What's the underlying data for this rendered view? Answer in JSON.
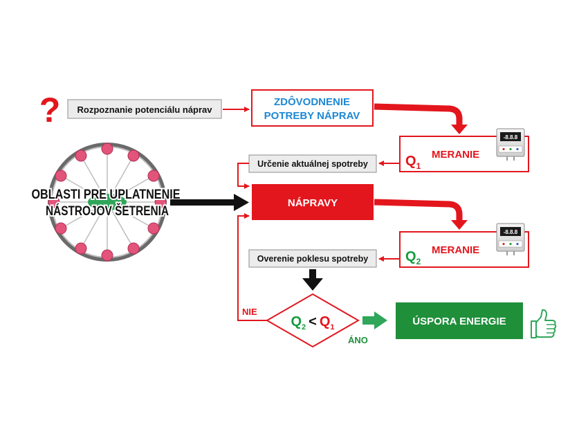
{
  "question_mark": "?",
  "labels": {
    "rozpoznanie": "Rozpoznanie potenciálu náprav",
    "zdovodnenie_line1": "ZDÔVODNENIE",
    "zdovodnenie_line2": "POTREBY NÁPRAV",
    "meranie_1": "MERANIE",
    "meranie_2": "MERANIE",
    "q1": "Q",
    "q1_sub": "1",
    "q2": "Q",
    "q2_sub": "2",
    "urcenie": "Určenie aktuálnej spotreby",
    "oblasti_line1": "OBLASTI PRE UPLATNENIE",
    "oblasti_line2": "NÁSTROJOV ŠETRENIA",
    "napravy": "NÁPRAVY",
    "overenie": "Overenie poklesu spotreby",
    "nie": "NIE",
    "ano": "ÁNO",
    "uspora": "ÚSPORA ENERGIE",
    "decision_q2": "Q",
    "decision_q2_sub": "2",
    "decision_lt": "<",
    "decision_q1": "Q",
    "decision_q1_sub": "1"
  },
  "meter_display": "-8.8.8",
  "colors": {
    "red": "#e3161d",
    "blue": "#1e88d2",
    "green": "#1f8f3a",
    "green_text": "#169c3f",
    "gray_box": "#ececec",
    "gray_border": "#8c8c8c",
    "pink_node": "#e3547a",
    "black": "#111111"
  },
  "icons": [
    "question-mark-icon",
    "meter-icon",
    "thumbs-up-icon",
    "wheel-graphic"
  ]
}
